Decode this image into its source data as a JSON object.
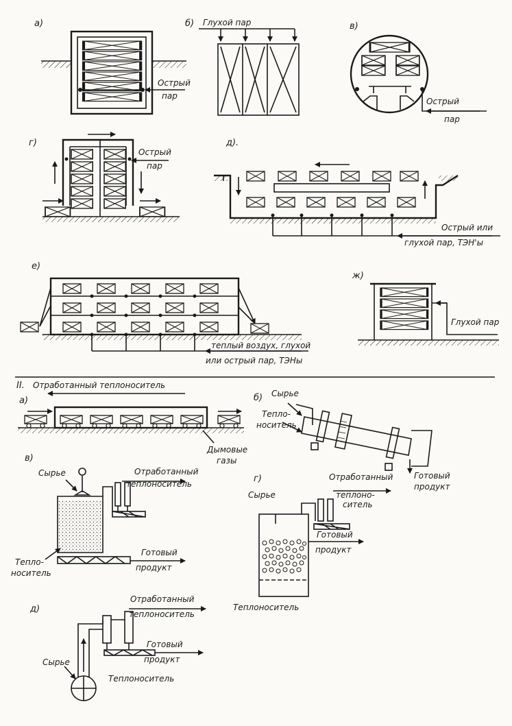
{
  "section_one": {
    "a": {
      "letter": "а)",
      "label1": "Острый",
      "label2": "пар"
    },
    "b": {
      "letter": "б)",
      "label": "Глухой пар"
    },
    "v": {
      "letter": "в)",
      "label1": "Острый",
      "label2": "пар"
    },
    "g": {
      "letter": "г)",
      "label1": "Острый",
      "label2": "пар"
    },
    "d": {
      "letter": "д).",
      "label1": "Острый или",
      "label2": "глухой пар, ТЭН'ы"
    },
    "e": {
      "letter": "е)",
      "label1": "теплый воздух, глухой",
      "label2": "или острый пар, ТЭНы"
    },
    "zh": {
      "letter": "ж)",
      "label": "Глухой пар"
    }
  },
  "section_two": {
    "numeral": "II.",
    "header": "Отработанный теплоноситель",
    "a": {
      "letter": "а)",
      "label1": "Дымовые",
      "label2": "газы"
    },
    "b": {
      "letter": "б)",
      "raw": "Сырье",
      "carrier1": "Тепло-",
      "carrier2": "носитель",
      "product1": "Готовый",
      "product2": "продукт"
    },
    "v": {
      "letter": "в)",
      "raw": "Сырье",
      "spent1": "Отработанный",
      "spent2": "теплоноситель",
      "product1": "Готовый",
      "product2": "продукт",
      "carrier1": "Тепло-",
      "carrier2": "носитель"
    },
    "g": {
      "letter": "г)",
      "raw": "Сырье",
      "spent1": "Отработанный",
      "spent2": "теплоно-",
      "spent3": "ситель",
      "product1": "Готовый",
      "product2": "продукт",
      "carrier": "Теплоноситель"
    },
    "d": {
      "letter": "д)",
      "spent1": "Отработанный",
      "spent2": "теплоноситель",
      "product1": "Готовый",
      "product2": "продукт",
      "raw": "Сырье",
      "carrier": "Теплоноситель"
    }
  }
}
